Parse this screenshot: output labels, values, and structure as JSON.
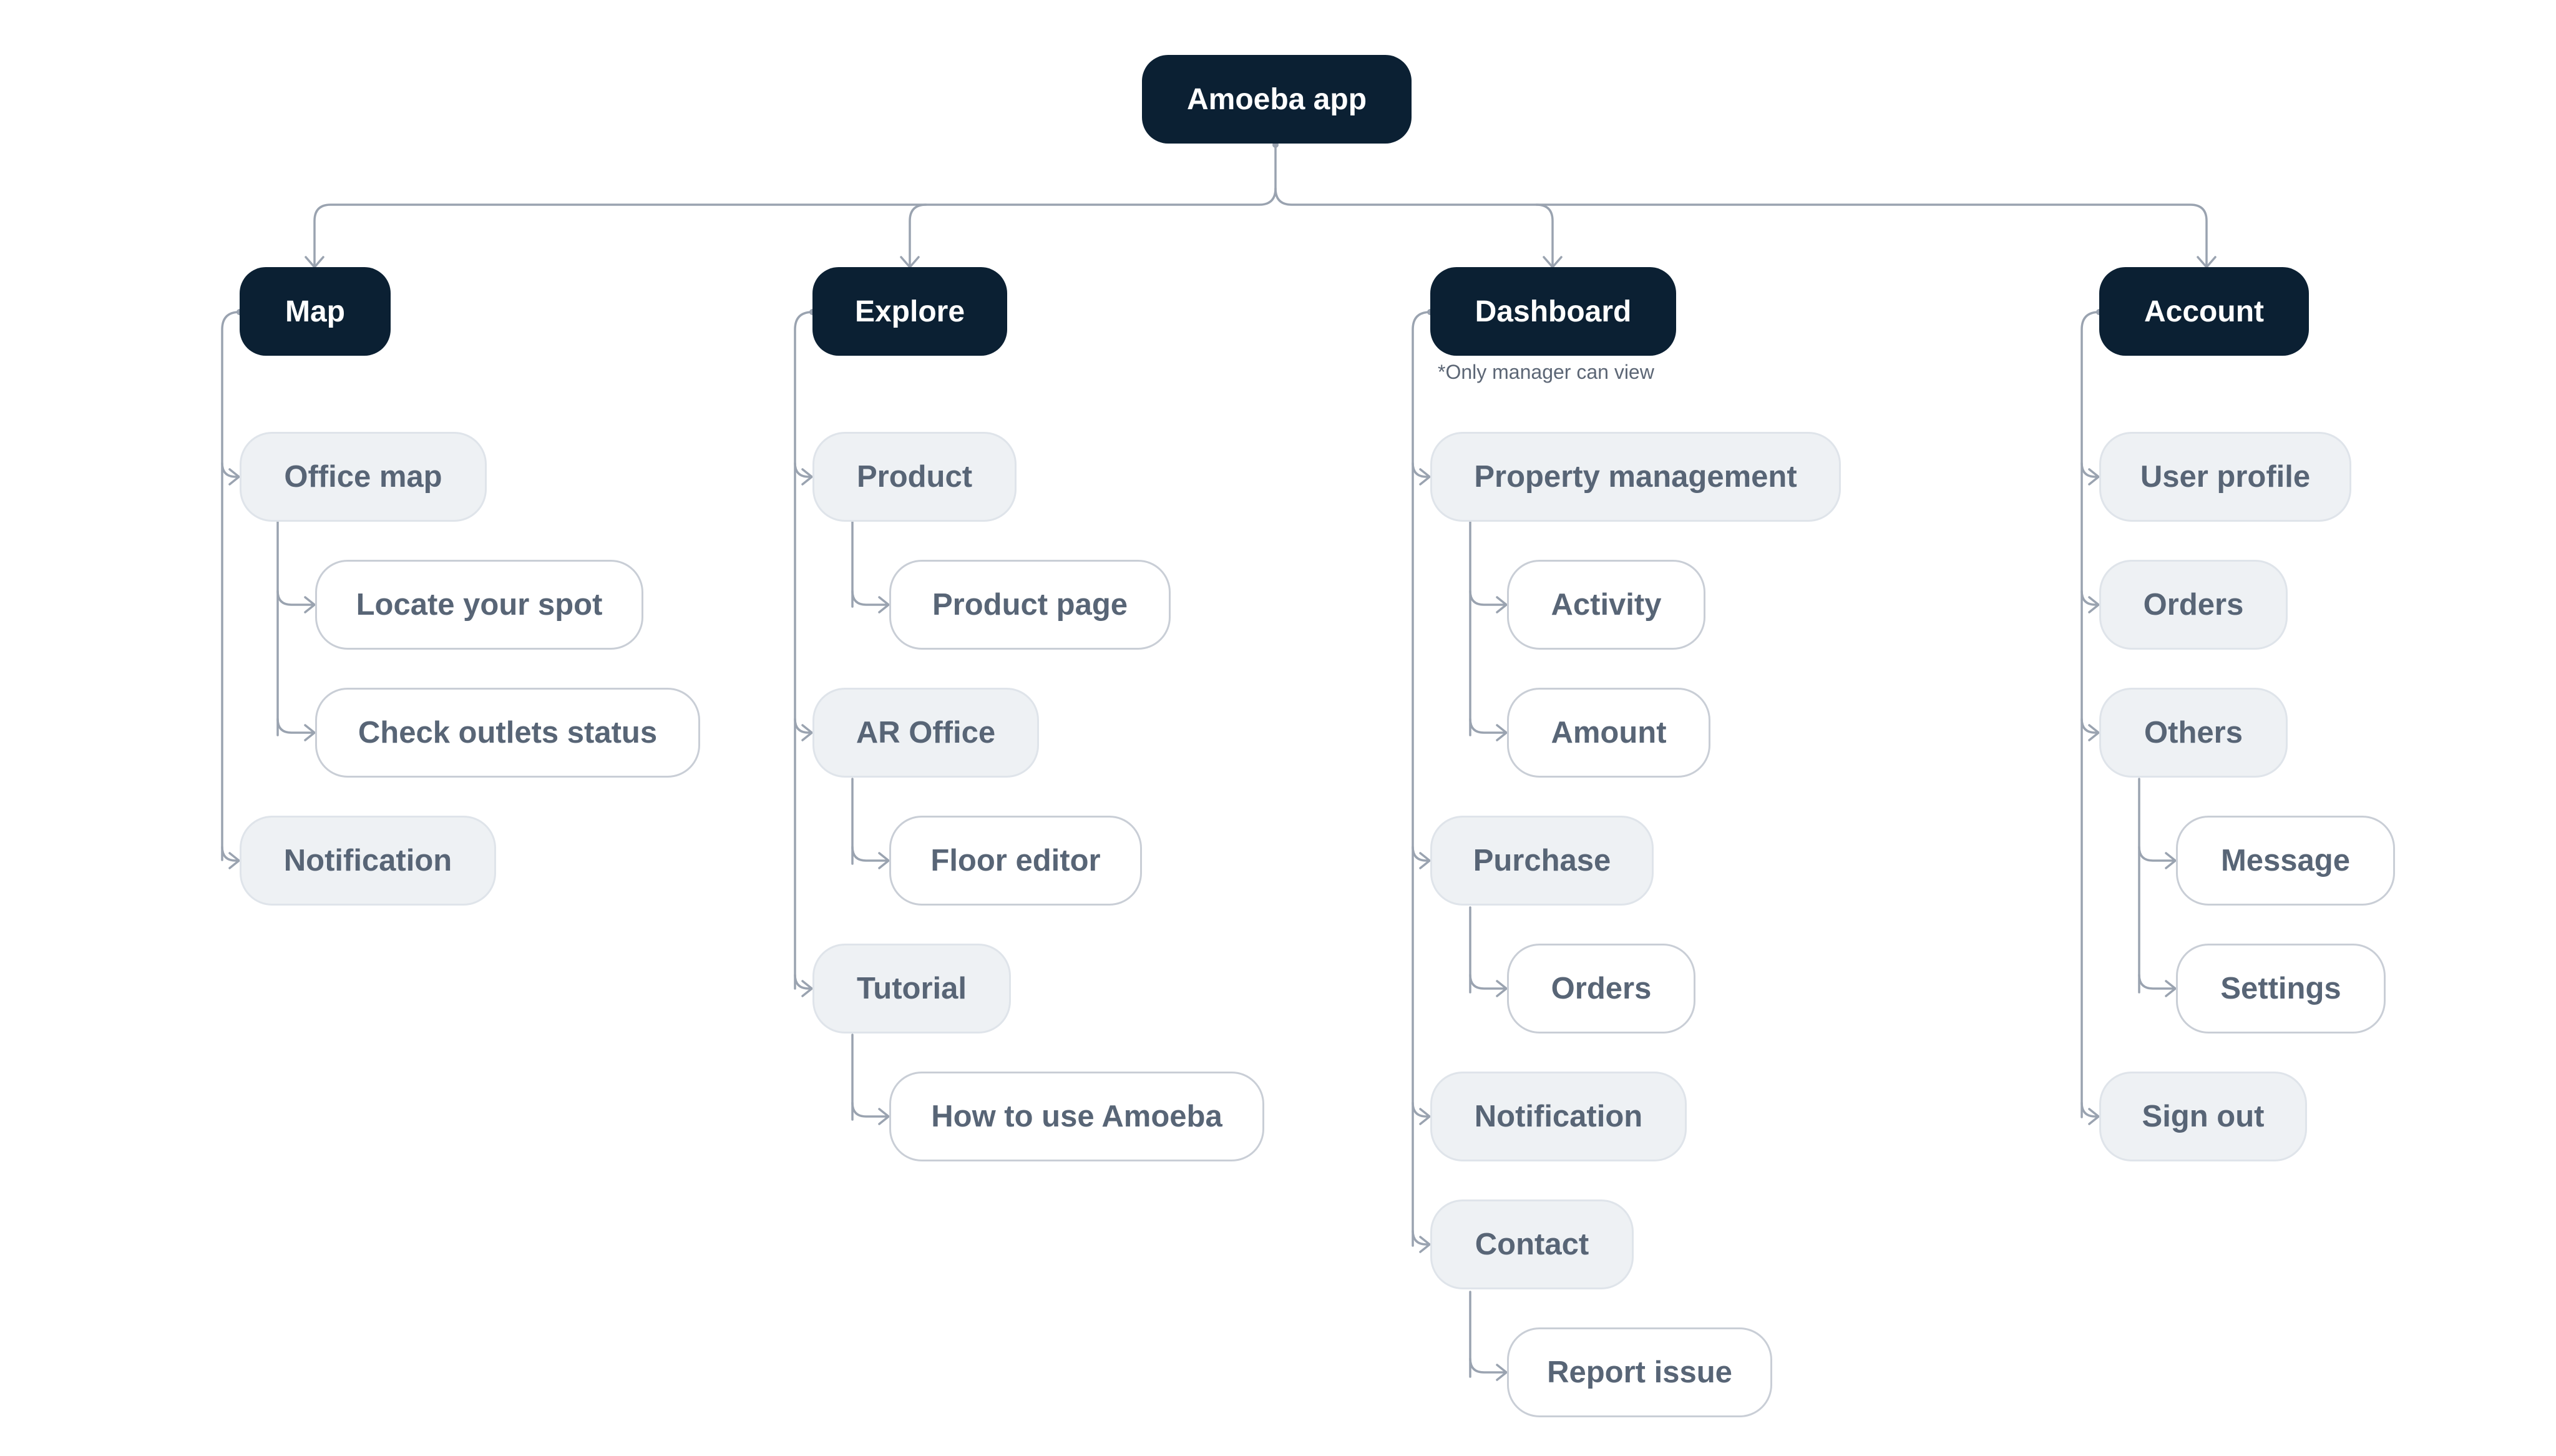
{
  "root": {
    "label": "Amoeba app"
  },
  "sections": {
    "map": {
      "label": "Map",
      "items": [
        {
          "label": "Office map",
          "children": [
            "Locate your spot",
            "Check outlets status"
          ]
        },
        {
          "label": "Notification",
          "children": []
        }
      ]
    },
    "explore": {
      "label": "Explore",
      "items": [
        {
          "label": "Product",
          "children": [
            "Product page"
          ]
        },
        {
          "label": "AR Office",
          "children": [
            "Floor editor"
          ]
        },
        {
          "label": "Tutorial",
          "children": [
            "How to use Amoeba"
          ]
        }
      ]
    },
    "dashboard": {
      "label": "Dashboard",
      "note": "*Only manager can view",
      "items": [
        {
          "label": "Property management",
          "children": [
            "Activity",
            "Amount"
          ]
        },
        {
          "label": "Purchase",
          "children": [
            "Orders"
          ]
        },
        {
          "label": "Notification",
          "children": []
        },
        {
          "label": "Contact",
          "children": [
            "Report issue"
          ]
        }
      ]
    },
    "account": {
      "label": "Account",
      "items": [
        {
          "label": "User profile",
          "children": []
        },
        {
          "label": "Orders",
          "children": []
        },
        {
          "label": "Others",
          "children": [
            "Message",
            "Settings"
          ]
        },
        {
          "label": "Sign out",
          "children": []
        }
      ]
    }
  },
  "colors": {
    "dark_node": "#0b2033",
    "dark_node_text": "#ffffff",
    "sub_node_fill": "#eef1f4",
    "sub_node_border": "#dfe4ea",
    "leaf_node_border": "#c9ced6",
    "node_text": "#586576",
    "connector": "#9aa3b0"
  }
}
